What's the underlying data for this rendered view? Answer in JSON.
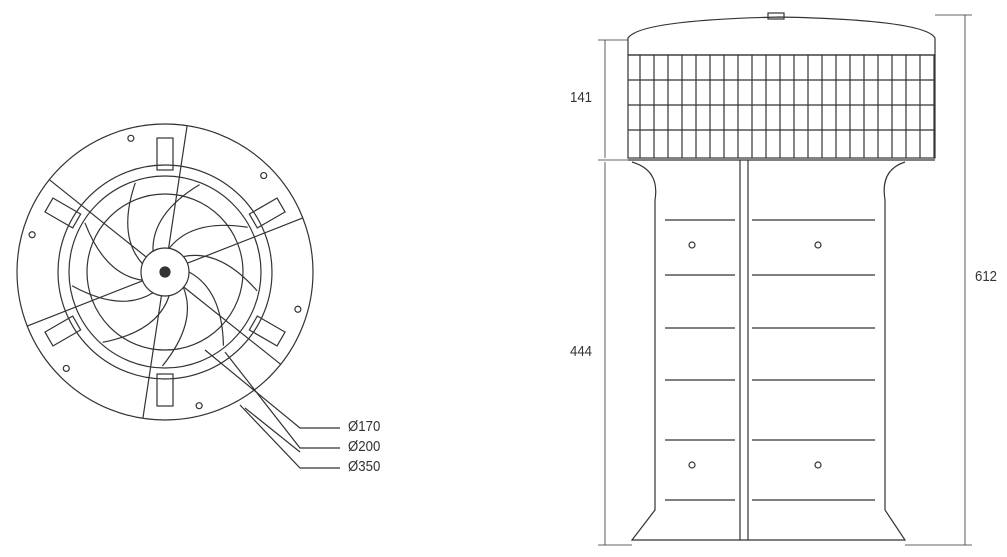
{
  "top_view": {
    "diameters": [
      "Ø170",
      "Ø200",
      "Ø350"
    ]
  },
  "side_view": {
    "dimensions": {
      "cap_height": "141",
      "body_height": "444",
      "total_height": "612"
    }
  },
  "colors": {
    "line": "#333333",
    "background": "#ffffff"
  }
}
